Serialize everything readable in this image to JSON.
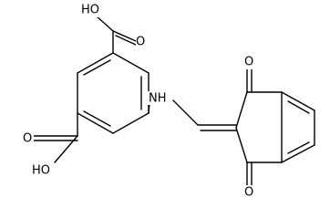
{
  "labels": {
    "cooh_top": "HO",
    "cooh_top_o": "O",
    "nh": "NH",
    "indane_o_top": "O",
    "indane_o_bottom": "O",
    "cooh_bottom_o": "O",
    "cooh_bottom": "HO"
  }
}
